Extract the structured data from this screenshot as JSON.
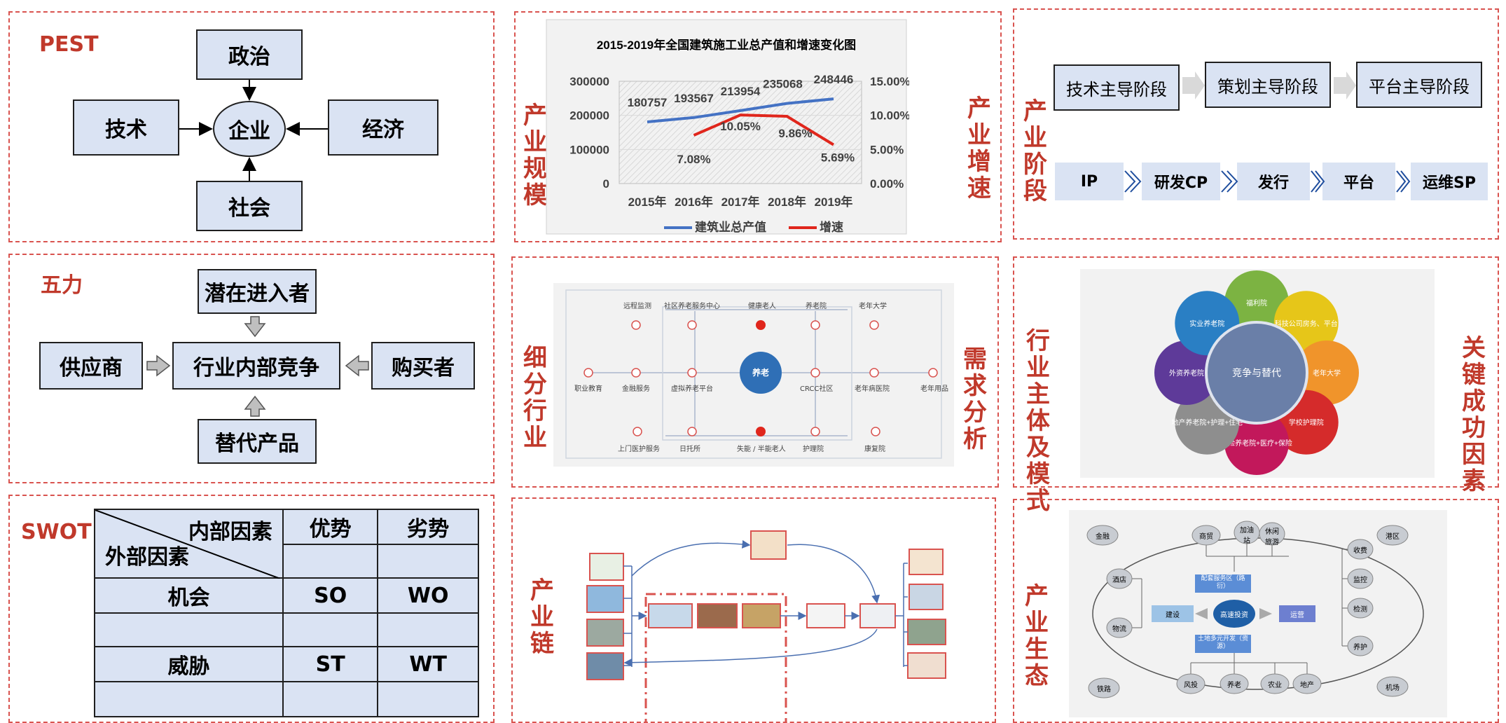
{
  "pest": {
    "tag": "PEST",
    "politics": "政治",
    "technology": "技术",
    "enterprise": "企业",
    "economy": "经济",
    "society": "社会"
  },
  "five_forces": {
    "tag": "五力",
    "entrants": "潜在进入者",
    "suppliers": "供应商",
    "rivalry": "行业内部竞争",
    "buyers": "购买者",
    "substitutes": "替代产品"
  },
  "swot": {
    "tag": "SWOT",
    "internal": "内部因素",
    "external": "外部因素",
    "strength": "优势",
    "weakness": "劣势",
    "opportunity": "机会",
    "threat": "威胁",
    "so": "SO",
    "wo": "WO",
    "st": "ST",
    "wt": "WT"
  },
  "scale_panel": {
    "left_label": "产业规模",
    "right_label": "产业增速"
  },
  "chart_data": {
    "type": "line",
    "title": "2015-2019年全国建筑施工业总产值和增速变化图",
    "categories": [
      "2015年",
      "2016年",
      "2017年",
      "2018年",
      "2019年"
    ],
    "series": [
      {
        "name": "建筑业总产值",
        "axis": "left",
        "color": "#4472c4",
        "values": [
          180757,
          193567,
          213954,
          235068,
          248446
        ]
      },
      {
        "name": "增速",
        "axis": "right",
        "color": "#e0261c",
        "values": [
          null,
          7.08,
          10.05,
          9.86,
          5.69
        ]
      }
    ],
    "y_left": {
      "ticks": [
        "300000",
        "200000",
        "100000",
        "0"
      ],
      "range": [
        0,
        300000
      ]
    },
    "y_right": {
      "ticks": [
        "15.00%",
        "10.00%",
        "5.00%",
        "0.00%"
      ],
      "range": [
        0,
        15
      ]
    },
    "data_labels_left": [
      "180757",
      "193567",
      "213954",
      "235068",
      "248446"
    ],
    "data_labels_right": [
      "",
      "7.08%",
      "10.05%",
      "9.86%",
      "5.69%"
    ]
  },
  "stages_panel": {
    "label": "产业阶段",
    "stages": [
      "技术主导阶段",
      "策划主导阶段",
      "平台主导阶段"
    ],
    "chain": [
      "IP",
      "研发CP",
      "发行",
      "平台",
      "运维SP"
    ]
  },
  "segment_panel": {
    "left_label": "细分行业",
    "right_label": "需求分析",
    "center": "养老",
    "top_row": [
      "远程监测",
      "社区养老服务中心",
      "健康老人",
      "养老院",
      "老年大学"
    ],
    "middle_row": [
      "职业教育",
      "金融服务",
      "虚拟养老平台",
      "CRCC社区",
      "老年病医院",
      "老年用品"
    ],
    "bottom_row": [
      "上门医护服务",
      "日托所",
      "失能 / 半能老人",
      "护理院",
      "康复院"
    ]
  },
  "players_panel": {
    "left_label": "行业主体及模式",
    "right_label": "关键成功因素",
    "center": "竞争与替代",
    "petals": [
      {
        "text": "福利院",
        "color": "#7cb342"
      },
      {
        "text": "科技公司房务、平台",
        "color": "#e6c619"
      },
      {
        "text": "老年大学",
        "color": "#f0942b"
      },
      {
        "text": "学校护理院",
        "color": "#d52b2b"
      },
      {
        "text": "保险养老院+医疗+保险",
        "color": "#c2185b"
      },
      {
        "text": "地产养老院+护理+住宅",
        "color": "#8e8e8e"
      },
      {
        "text": "外资养老院",
        "color": "#5e3a99"
      },
      {
        "text": "实业养老院",
        "color": "#2a7fc4"
      }
    ]
  },
  "chain_panel": {
    "label": "产业链"
  },
  "eco_panel": {
    "label": "产业生态",
    "corners": [
      "金融",
      "港区",
      "铁路",
      "机场"
    ],
    "top": [
      "商贸",
      "加油站",
      "休闲旅游"
    ],
    "left": [
      "酒店",
      "物流"
    ],
    "right": [
      "收费",
      "监控",
      "检测",
      "养护"
    ],
    "bottom": [
      "风投",
      "养老",
      "农业",
      "地产"
    ],
    "center_top": "配套服务区（路衍）",
    "center": "高速投资",
    "center_bottom": "土地多元开发（资源）",
    "left_box": "建设",
    "right_box": "运营"
  }
}
